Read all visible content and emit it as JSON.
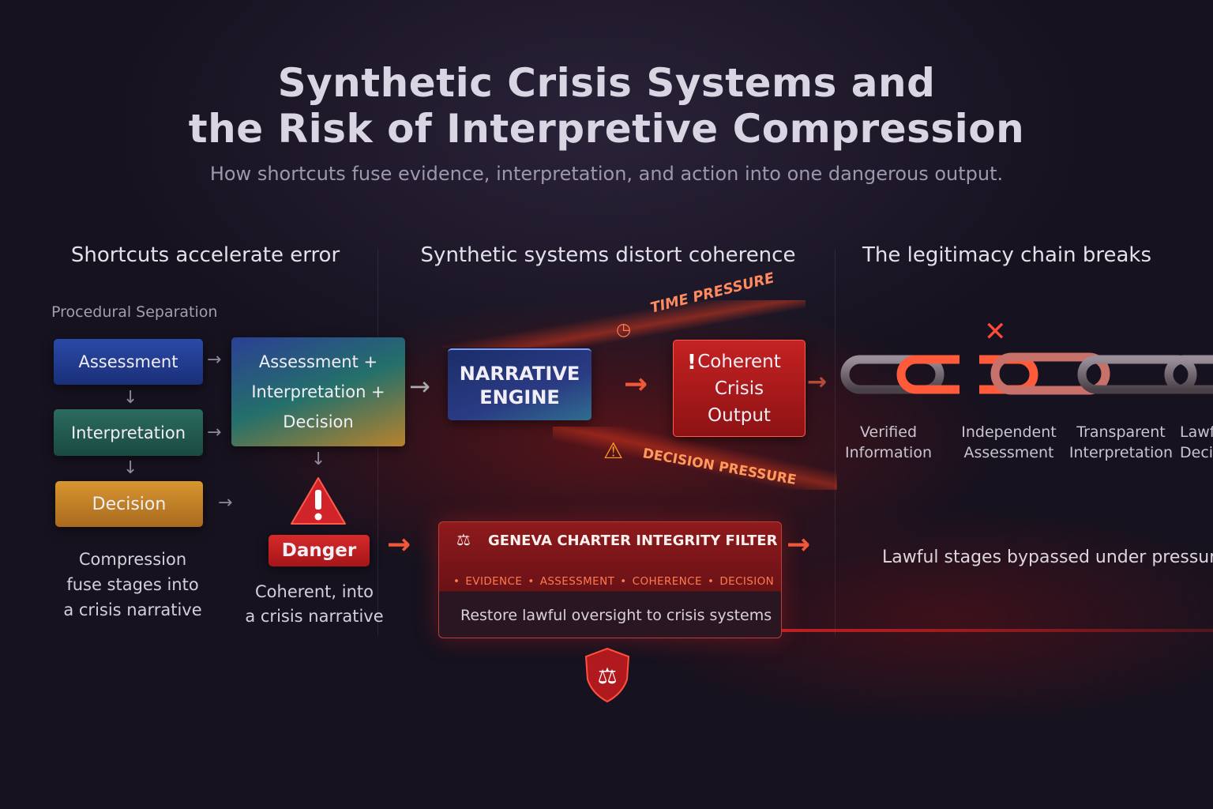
{
  "title": {
    "line1": "Synthetic Crisis Systems and",
    "line2": "the Risk of Interpretive Compression",
    "subtitle": "How shortcuts fuse evidence, interpretation, and action into one dangerous output."
  },
  "columns": {
    "left": "Shortcuts accelerate error",
    "middle": "Synthetic systems distort coherence",
    "right": "The legitimacy chain breaks"
  },
  "left": {
    "section_label": "Procedural Separation",
    "stages": [
      "Assessment",
      "Interpretation",
      "Decision"
    ],
    "combined": [
      "Assessment +",
      "Interpretation +",
      "Decision"
    ],
    "caption": [
      "Compression",
      "fuse stages into",
      "a crisis narrative"
    ],
    "danger_label": "Danger",
    "danger_caption": [
      "Coherent, into",
      "a crisis narrative"
    ]
  },
  "middle": {
    "engine": [
      "NARRATIVE",
      "ENGINE"
    ],
    "output": [
      "Coherent",
      "Crisis",
      "Output"
    ],
    "time_pressure": "TIME PRESSURE",
    "decision_pressure": "DECISION PRESSURE",
    "filter": {
      "title": "GENEVA CHARTER INTEGRITY FILTER",
      "tags": [
        "EVIDENCE",
        "ASSESSMENT",
        "COHERENCE",
        "DECISION"
      ],
      "action": "Restore lawful oversight to crisis systems"
    }
  },
  "right": {
    "chain_labels": [
      [
        "Verified",
        "Information"
      ],
      [
        "Independent",
        "Assessment"
      ],
      [
        "Transparent",
        "Interpretation"
      ],
      [
        "Lawful",
        "Decision"
      ]
    ],
    "bypass": "Lawful stages bypassed under pressure"
  },
  "colors": {
    "assessment": "#1f3a8a",
    "interpretation": "#1f5e52",
    "decision": "#c7842a",
    "danger": "#c41d22",
    "accent": "#f0583a"
  },
  "icons": [
    "arrow-right-icon",
    "arrow-down-icon",
    "warning-icon",
    "alert-icon",
    "clock-icon",
    "scales-icon",
    "shield-scales-icon",
    "broken-chain-icon",
    "x-mark-icon"
  ]
}
